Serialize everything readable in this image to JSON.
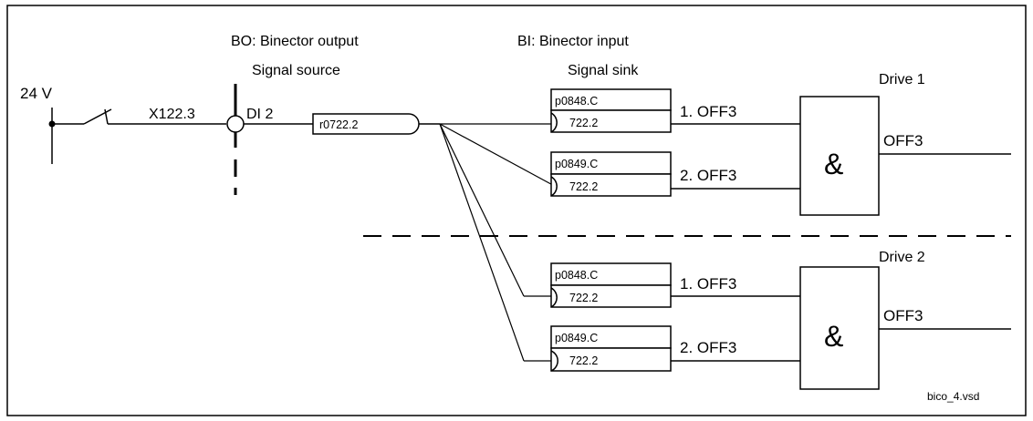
{
  "headers": {
    "bo_title": "BO: Binector output",
    "bo_subtitle": "Signal source",
    "bi_title": "BI: Binector input",
    "bi_subtitle": "Signal sink"
  },
  "input": {
    "voltage": "24 V",
    "terminal": "X122.3",
    "digital_input": "DI 2"
  },
  "source": {
    "parameter": "r0722.2"
  },
  "drives": [
    {
      "label": "Drive 1",
      "sinks": [
        {
          "param": "p0848.C",
          "value": "722.2",
          "signal": "1. OFF3"
        },
        {
          "param": "p0849.C",
          "value": "722.2",
          "signal": "2. OFF3"
        }
      ],
      "gate": "&",
      "output": "OFF3"
    },
    {
      "label": "Drive 2",
      "sinks": [
        {
          "param": "p0848.C",
          "value": "722.2",
          "signal": "1. OFF3"
        },
        {
          "param": "p0849.C",
          "value": "722.2",
          "signal": "2. OFF3"
        }
      ],
      "gate": "&",
      "output": "OFF3"
    }
  ],
  "filename": "bico_4.vsd"
}
